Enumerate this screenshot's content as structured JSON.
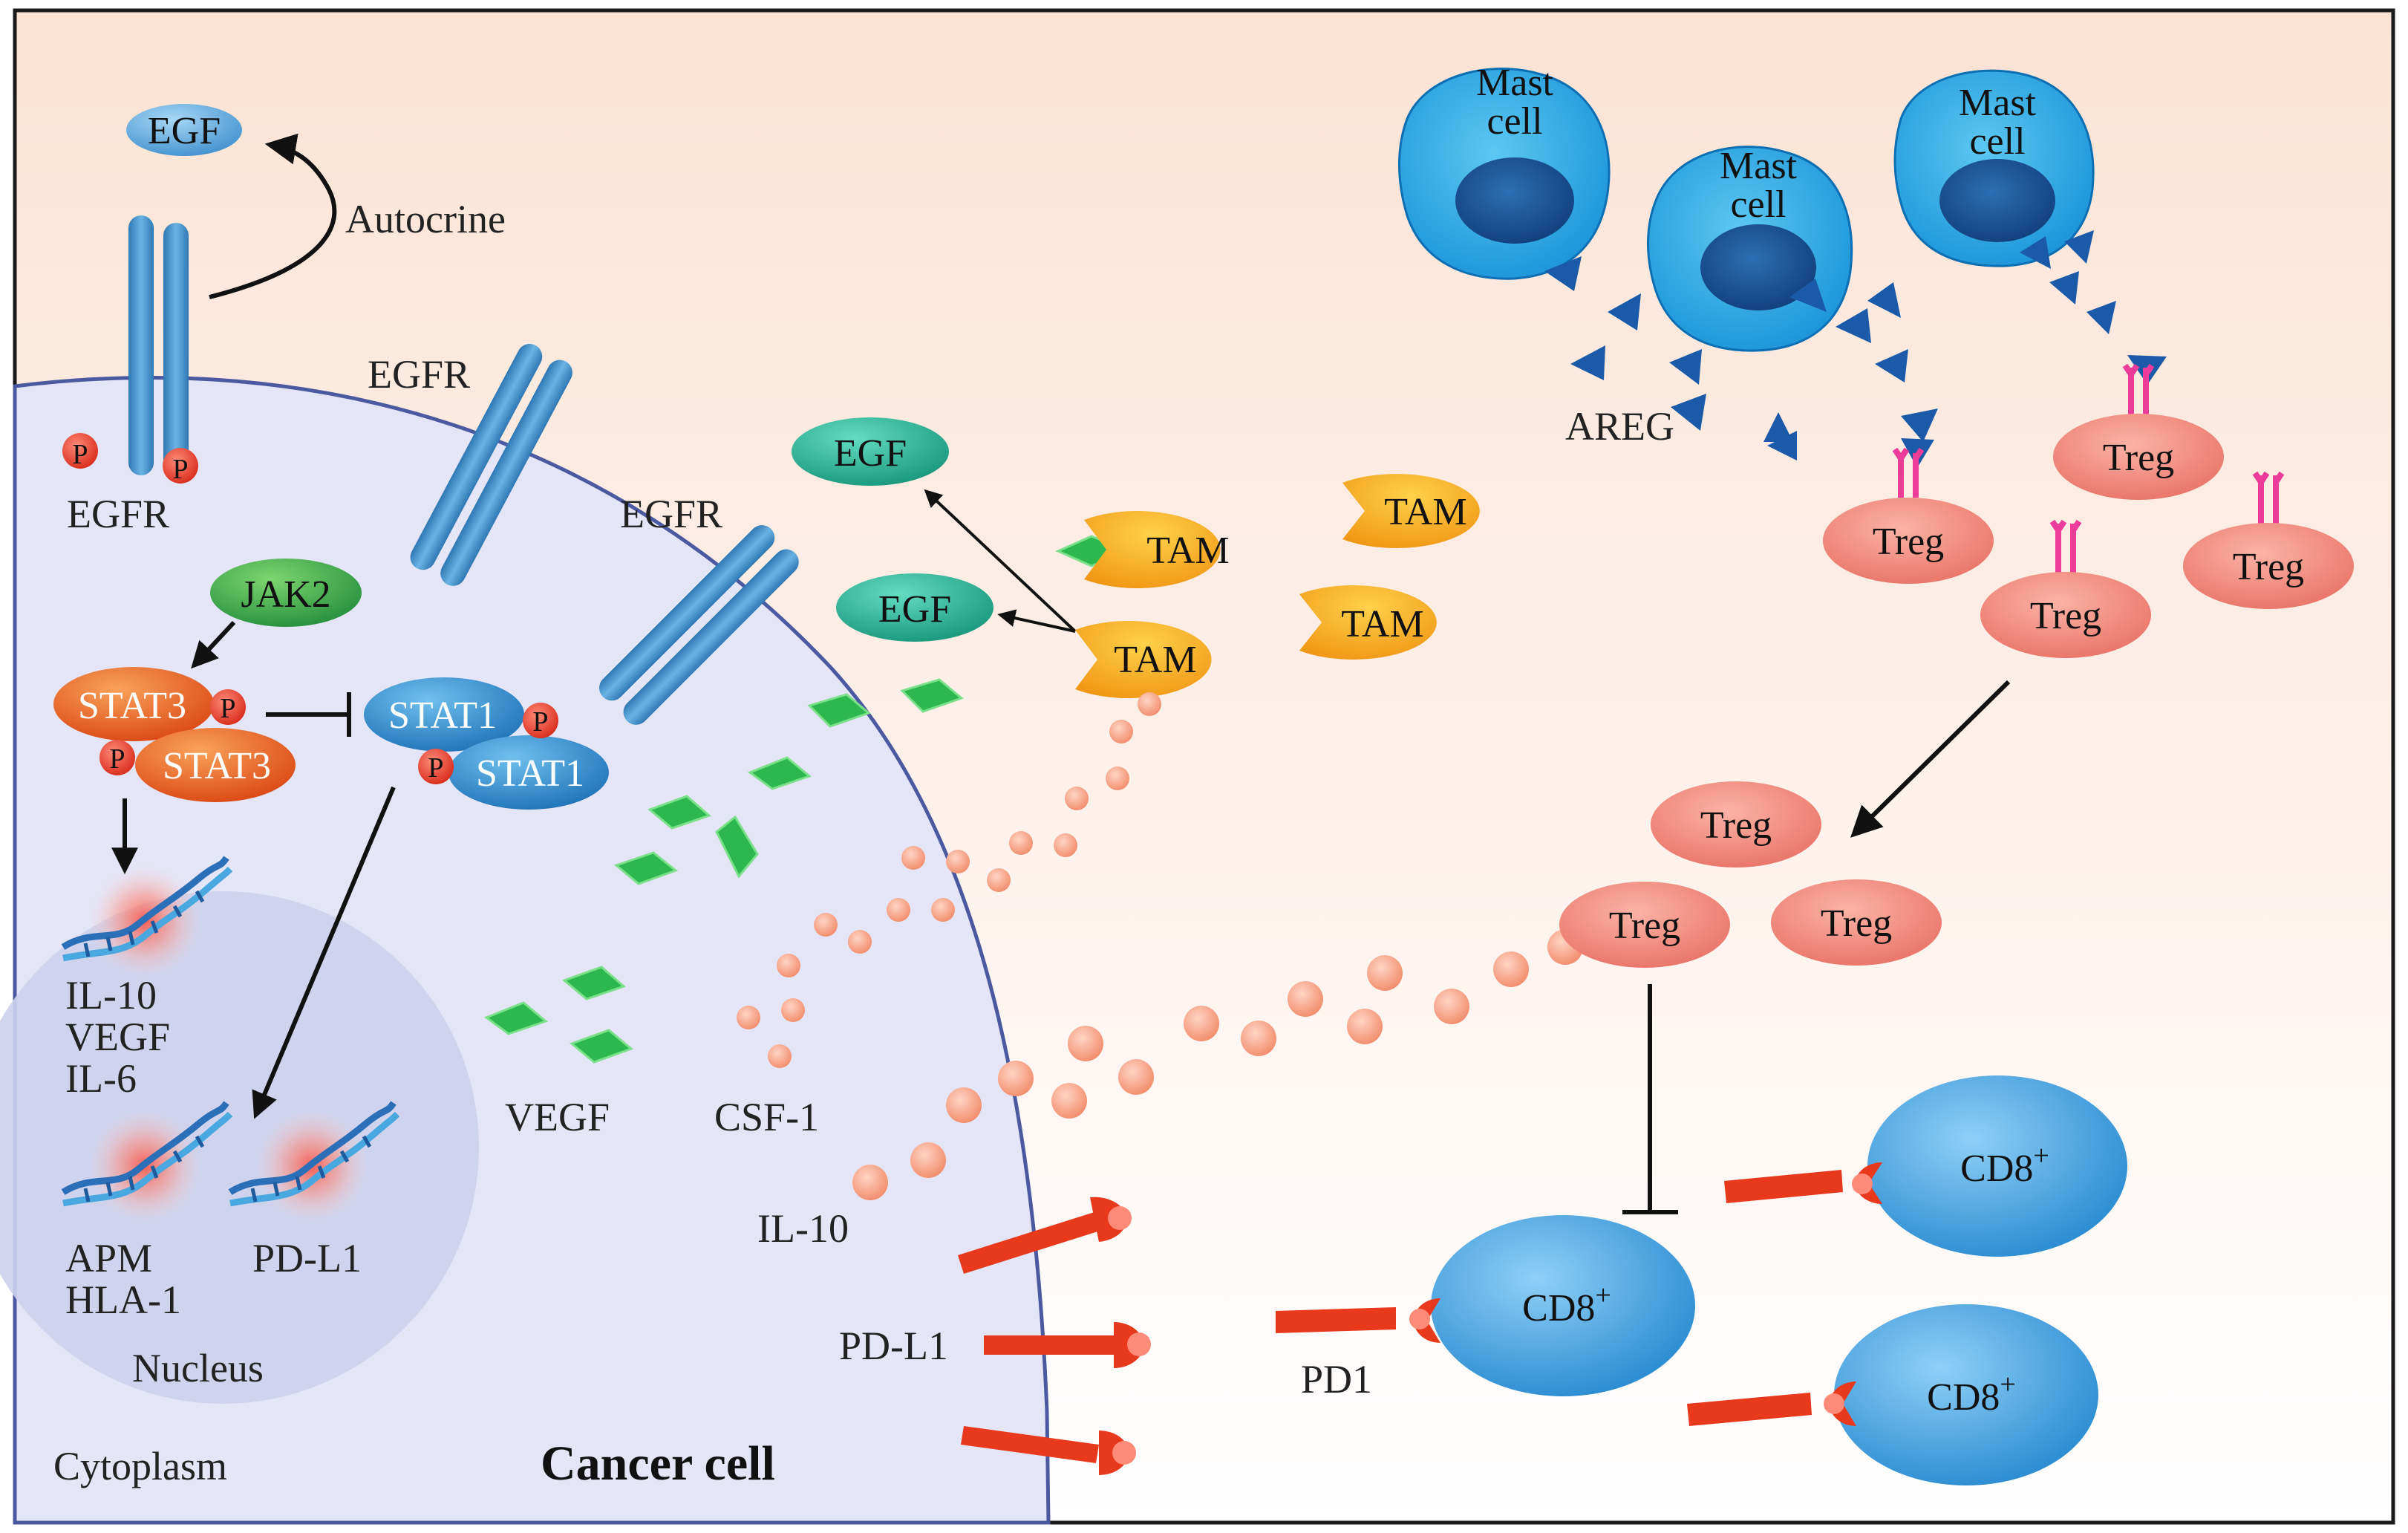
{
  "colors": {
    "background_top": "#fbe6d9",
    "cytoplasm": "#e4e6f7",
    "nucleus": "#cfd2ee",
    "membrane": "#5a66a8",
    "receptor_blue": "#3a86c0",
    "egf_blue": "#5aa8dc",
    "egf_teal": "#1fae94",
    "jak2_green": "#2aa34a",
    "stat3_orange": "#e2571c",
    "stat1_blue": "#2a88cc",
    "phospho_red": "#e53a2a",
    "tam_orange": "#f1a21a",
    "vegf_green": "#2cb84f",
    "dot_salmon": "#f5987a",
    "mast_cell": "#1ba6e2",
    "mast_nucleus": "#124a8e",
    "areg_blue": "#1a5aa8",
    "treg_salmon": "#ee7a6e",
    "receptor_pink": "#ec3c9a",
    "cd8_blue": "#4aa6e6",
    "pdl1_red": "#e8391c",
    "line": "#111111"
  },
  "labels": {
    "egf_top": "EGF",
    "autocrine": "Autocrine",
    "egfr_left": "EGFR",
    "egfr_mid": "EGFR",
    "egfr_right": "EGFR",
    "phospho": "P",
    "jak2": "JAK2",
    "stat3": "STAT3",
    "stat1": "STAT1",
    "genes_1": [
      "IL-10",
      "VEGF",
      "IL-6"
    ],
    "genes_2": [
      "APM",
      "HLA-1"
    ],
    "genes_3": "PD-L1",
    "nucleus": "Nucleus",
    "cytoplasm": "Cytoplasm",
    "cancer_cell": "Cancer cell",
    "egf_teal": "EGF",
    "tam": "TAM",
    "vegf": "VEGF",
    "csf1": "CSF-1",
    "il10": "IL-10",
    "pdl1": "PD-L1",
    "pd1": "PD1",
    "mast_line1": "Mast",
    "mast_line2": "cell",
    "areg": "AREG",
    "treg": "Treg",
    "cd8_base": "CD8",
    "cd8_sup": "+"
  },
  "icons": {
    "phospho": "phosphate-circle",
    "dna": "dna-helix-icon",
    "receptor": "receptor-icon"
  }
}
